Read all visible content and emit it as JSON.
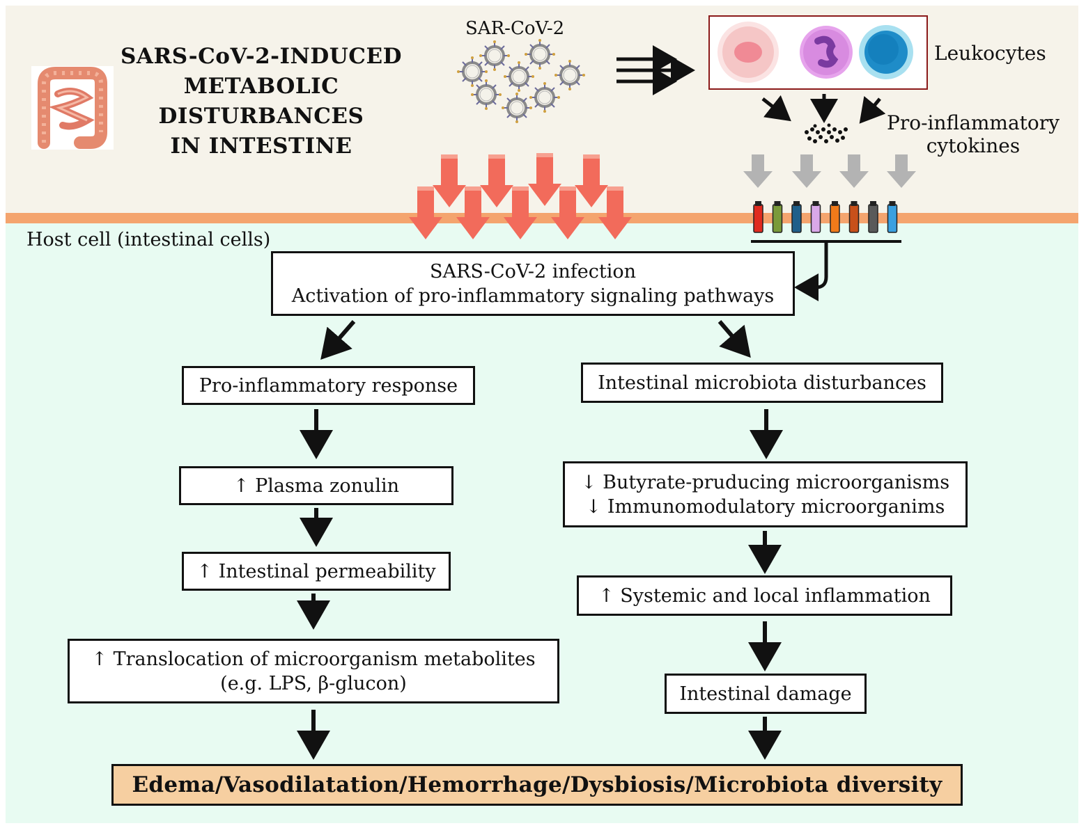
{
  "title_lines": [
    "SARS-CoV-2-INDUCED",
    "METABOLIC",
    "DISTURBANCES",
    "IN INTESTINE"
  ],
  "virus_label": "SAR-CoV-2",
  "leukocytes_label": "Leukocytes",
  "cytokines_label": [
    "Pro-inflammatory",
    "cytokines"
  ],
  "host_cell_label": "Host cell (intestinal cells)",
  "infection_box": [
    "SARS-CoV-2 infection",
    "Activation of pro-inflammatory signaling pathways"
  ],
  "left_branch": {
    "response": "Pro-inflammatory response",
    "zonulin": "↑ Plasma zonulin",
    "permeability": "↑ Intestinal permeability",
    "translocation": [
      "↑ Translocation of microorganism metabolites",
      "(e.g. LPS, β-glucon)"
    ]
  },
  "right_branch": {
    "microbiota": "Intestinal microbiota disturbances",
    "microorganisms": [
      "↓ Butyrate-pruducing microorganisms",
      "↓ Immunomodulatory microorganims"
    ],
    "inflammation": "↑ Systemic and local inflammation",
    "damage": "Intestinal damage"
  },
  "outcome": "Edema/Vasodilatation/Hemorrhage/Dysbiosis/Microbiota diversity",
  "colors": {
    "top_band": "#f6f3ea",
    "membrane": "#f4a46e",
    "bottom_band": "#e8fbf2",
    "outcome_fill": "#f6cfa1",
    "virus_arrows": "#f26b5b",
    "receptor_arrows": "#b3b3b3"
  },
  "receptor_colors": [
    "#e02b1f",
    "#7a9a3a",
    "#1f5f8a",
    "#d9a8e8",
    "#f07a1a",
    "#c8501a",
    "#5a5a5a",
    "#3aa0e0"
  ]
}
